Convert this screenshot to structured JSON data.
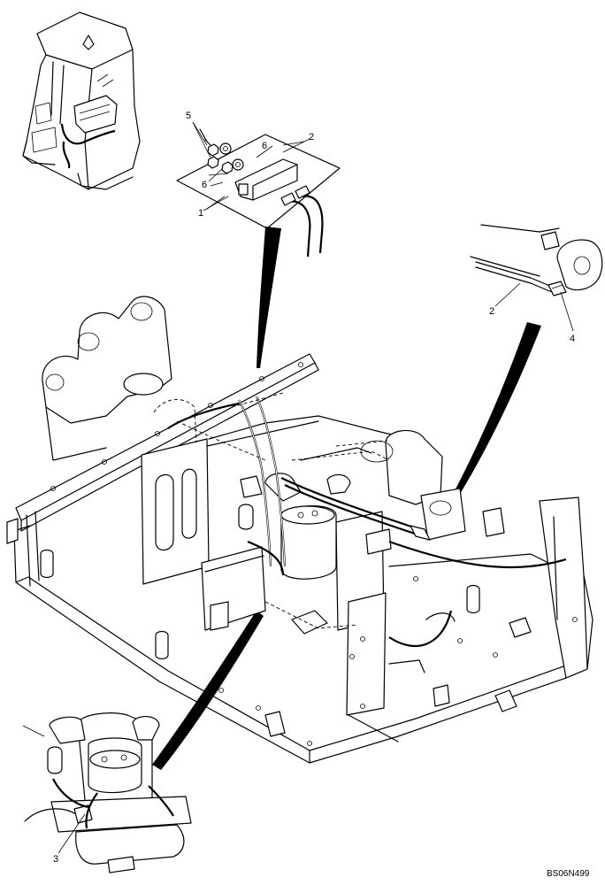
{
  "diagram": {
    "reference_code": "BS06N499",
    "callouts": {
      "c1": "1",
      "c2_top": "2",
      "c2_right": "2",
      "c3": "3",
      "c4": "4",
      "c5": "5",
      "c6_upper": "6",
      "c6_lower": "6"
    }
  }
}
